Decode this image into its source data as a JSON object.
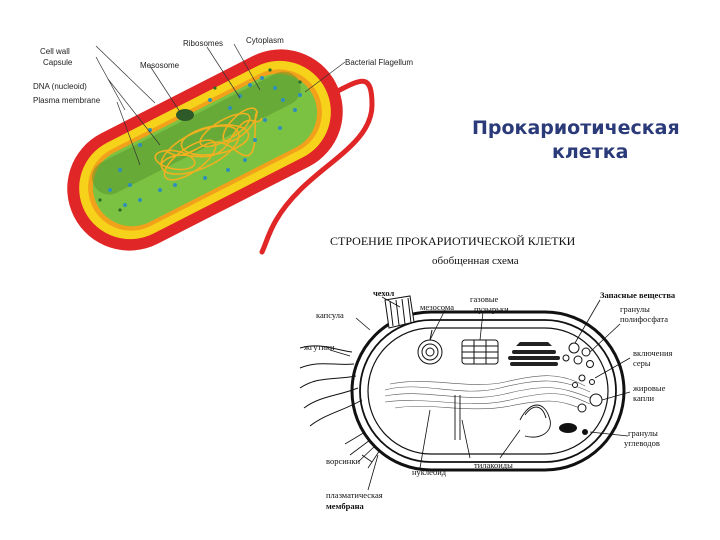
{
  "title": {
    "line1": "Прокариотическая",
    "line2": "клетка",
    "color": "#2b3a78"
  },
  "top_diagram": {
    "labels": {
      "cell_wall": "Cell wall",
      "capsule": "Capsule",
      "dna": "DNA (nucleoid)",
      "plasma_membrane": "Plasma membrane",
      "mesosome": "Mesosome",
      "ribosomes": "Ribosomes",
      "cytoplasm": "Cytoplasm",
      "flagellum": "Bacterial Flagellum"
    },
    "colors": {
      "capsule": "#e02626",
      "cell_wall": "#f7d21a",
      "membrane": "#f2a21a",
      "cytoplasm": "#7cc242",
      "dna": "#f0b020",
      "ribosome": "#2f8fb8"
    }
  },
  "bottom_diagram": {
    "heading": "СТРОЕНИЕ ПРОКАРИОТИЧЕСКОЙ КЛЕТКИ",
    "subheading": "обобщенная схема",
    "labels": {
      "chekhol": "чехол",
      "kapsula": "капсула",
      "mezosoma": "мезосома",
      "gazovye": "газовые",
      "puzyrki": "пузырьки",
      "zapasnye": "Запасные вещества",
      "granuly_poly": "гранулы",
      "polifosfata": "полифосфата",
      "vklyucheniya": "включения",
      "sery": "серы",
      "zhirovye": "жировые",
      "kapli": "капли",
      "granuly_ugl": "гранулы",
      "uglevodov": "углеводов",
      "zhgutiki": "жгутики",
      "vorsinki": "ворсинки",
      "nukleoid": "нуклеоид",
      "tilakoidy": "тилакоиды",
      "plazm1": "плазматическая",
      "plazm2": "мембрана"
    }
  }
}
